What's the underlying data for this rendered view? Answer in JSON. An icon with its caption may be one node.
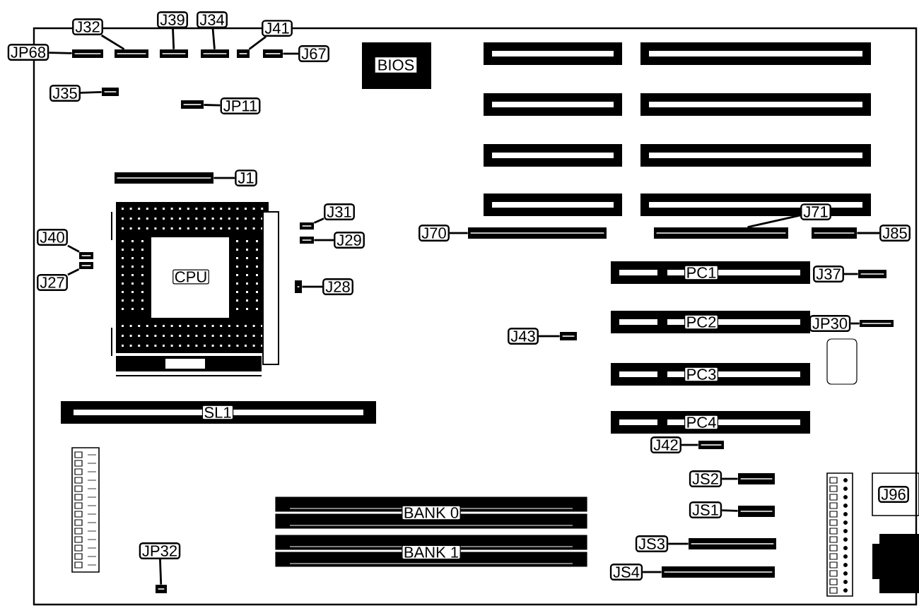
{
  "diagram": {
    "nodes": [
      {
        "text": [
          "JP68"
        ]
      },
      {
        "text": [],
        "shape": "box"
      },
      {
        "text": [
          "J32"
        ]
      },
      {
        "text": [],
        "shape": "box"
      },
      {
        "text": [
          "J39"
        ]
      },
      {
        "text": [],
        "shape": "box"
      },
      {
        "text": [
          "J34"
        ]
      },
      {
        "text": [],
        "shape": "box"
      },
      {
        "text": [
          "J41"
        ]
      },
      {
        "text": [],
        "shape": "box"
      },
      {
        "text": [
          "J67"
        ]
      },
      {
        "text": [],
        "shape": "box"
      },
      {
        "text": [
          "BIOS"
        ]
      },
      {
        "text": [
          "J35"
        ]
      },
      {
        "text": [],
        "shape": "box"
      },
      {
        "text": [
          "JP11"
        ]
      },
      {
        "text": [],
        "shape": "box"
      },
      {
        "text": [
          "J1"
        ]
      },
      {
        "text": [],
        "shape": "box"
      },
      {
        "text": [
          "J31"
        ]
      },
      {
        "text": [],
        "shape": "box"
      },
      {
        "text": [
          "J29"
        ]
      },
      {
        "text": [],
        "shape": "box"
      },
      {
        "text": [
          "J70"
        ]
      },
      {
        "text": [],
        "shape": "box"
      },
      {
        "text": [
          "J71"
        ]
      },
      {
        "text": [],
        "shape": "box"
      },
      {
        "text": [
          "J85"
        ]
      },
      {
        "text": [],
        "shape": "box"
      },
      {
        "text": [
          "J40"
        ]
      },
      {
        "text": [],
        "shape": "box"
      },
      {
        "text": [
          "J27"
        ]
      },
      {
        "text": [],
        "shape": "box"
      },
      {
        "text": [
          "CPU"
        ]
      },
      {
        "text": [
          "J28"
        ]
      },
      {
        "text": [],
        "shape": "box"
      },
      {
        "text": [
          "PC1"
        ]
      },
      {
        "text": [
          "J37"
        ]
      },
      {
        "text": [],
        "shape": "box"
      },
      {
        "text": [
          "J43"
        ]
      },
      {
        "text": [],
        "shape": "box"
      },
      {
        "text": [
          "PC2"
        ]
      },
      {
        "text": [
          "JP30"
        ]
      },
      {
        "text": [],
        "shape": "box"
      },
      {
        "text": [
          "PC3"
        ]
      },
      {
        "text": [
          "PC4"
        ]
      },
      {
        "text": [
          "J42"
        ]
      },
      {
        "text": [],
        "shape": "box"
      },
      {
        "text": [
          "SL1"
        ]
      },
      {
        "text": [
          "JS2"
        ]
      },
      {
        "text": [],
        "shape": "box"
      },
      {
        "text": [
          "J96"
        ]
      },
      {
        "text": [
          "JS1"
        ]
      },
      {
        "text": [],
        "shape": "box"
      },
      {
        "text": [
          "BANK 0"
        ]
      },
      {
        "text": [
          "JS3"
        ]
      },
      {
        "text": [],
        "shape": "box"
      },
      {
        "text": [
          "BANK 1"
        ]
      },
      {
        "text": [
          "JS4"
        ]
      },
      {
        "text": [],
        "shape": "box"
      },
      {
        "text": [
          "JP32"
        ]
      },
      {
        "text": [],
        "shape": "box"
      }
    ],
    "edges": [
      {
        "from": 0,
        "to": 1,
        "arrow": "none"
      },
      {
        "from": 2,
        "to": 3,
        "arrow": "none"
      },
      {
        "from": 4,
        "to": 5,
        "arrow": "none"
      },
      {
        "from": 6,
        "to": 7,
        "arrow": "none"
      },
      {
        "from": 8,
        "to": 9,
        "arrow": "none"
      },
      {
        "from": 10,
        "to": 11,
        "arrow": "none"
      },
      {
        "from": 13,
        "to": 14,
        "arrow": "none"
      },
      {
        "from": 15,
        "to": 16,
        "arrow": "none"
      },
      {
        "from": 17,
        "to": 18,
        "arrow": "none"
      },
      {
        "from": 19,
        "to": 20,
        "arrow": "none"
      },
      {
        "from": 21,
        "to": 22,
        "arrow": "none"
      },
      {
        "from": 23,
        "to": 24,
        "arrow": "none"
      },
      {
        "from": 25,
        "to": 26,
        "arrow": "none"
      },
      {
        "from": 27,
        "to": 28,
        "arrow": "none"
      },
      {
        "from": 29,
        "to": 30,
        "arrow": "none"
      },
      {
        "from": 31,
        "to": 32,
        "arrow": "none"
      },
      {
        "from": 34,
        "to": 35,
        "arrow": "none"
      },
      {
        "from": 37,
        "to": 38,
        "arrow": "none"
      },
      {
        "from": 39,
        "to": 40,
        "arrow": "none"
      },
      {
        "from": 42,
        "to": 43,
        "arrow": "none"
      },
      {
        "from": 46,
        "to": 47,
        "arrow": "none"
      },
      {
        "from": 49,
        "to": 50,
        "arrow": "none"
      },
      {
        "from": 52,
        "to": 53,
        "arrow": "none"
      },
      {
        "from": 55,
        "to": 56,
        "arrow": "none"
      },
      {
        "from": 58,
        "to": 59,
        "arrow": "none"
      },
      {
        "from": 60,
        "to": 61,
        "arrow": "none"
      }
    ]
  }
}
